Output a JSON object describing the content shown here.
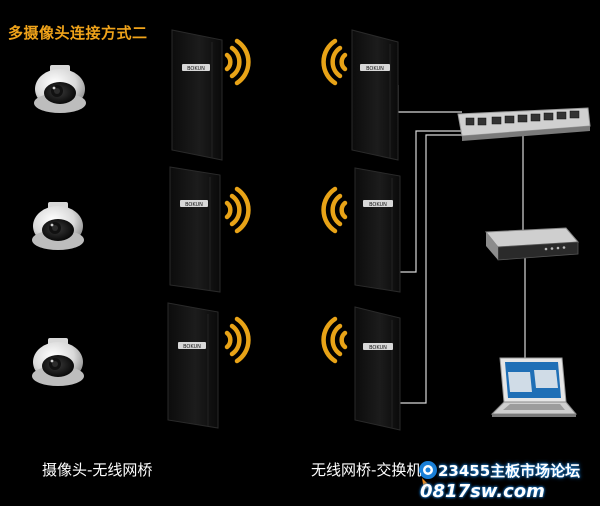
{
  "title": "多摄像头连接方式二",
  "captions": {
    "left": "摄像头-无线网桥",
    "right": "无线网桥-交换机"
  },
  "bridge_brand": "BOKUN",
  "watermark": {
    "brand": "23455主板市场论坛",
    "site": "0817sw.com"
  },
  "colors": {
    "background": "#000000",
    "title": "#f0a31a",
    "wifi": "#e8a317",
    "cable": "#d8d8d8",
    "device": "#141414"
  },
  "icons": [
    "camera-icon",
    "wireless-bridge-icon",
    "wifi-signal-icon",
    "network-switch-icon",
    "nvr-recorder-icon",
    "laptop-icon"
  ]
}
